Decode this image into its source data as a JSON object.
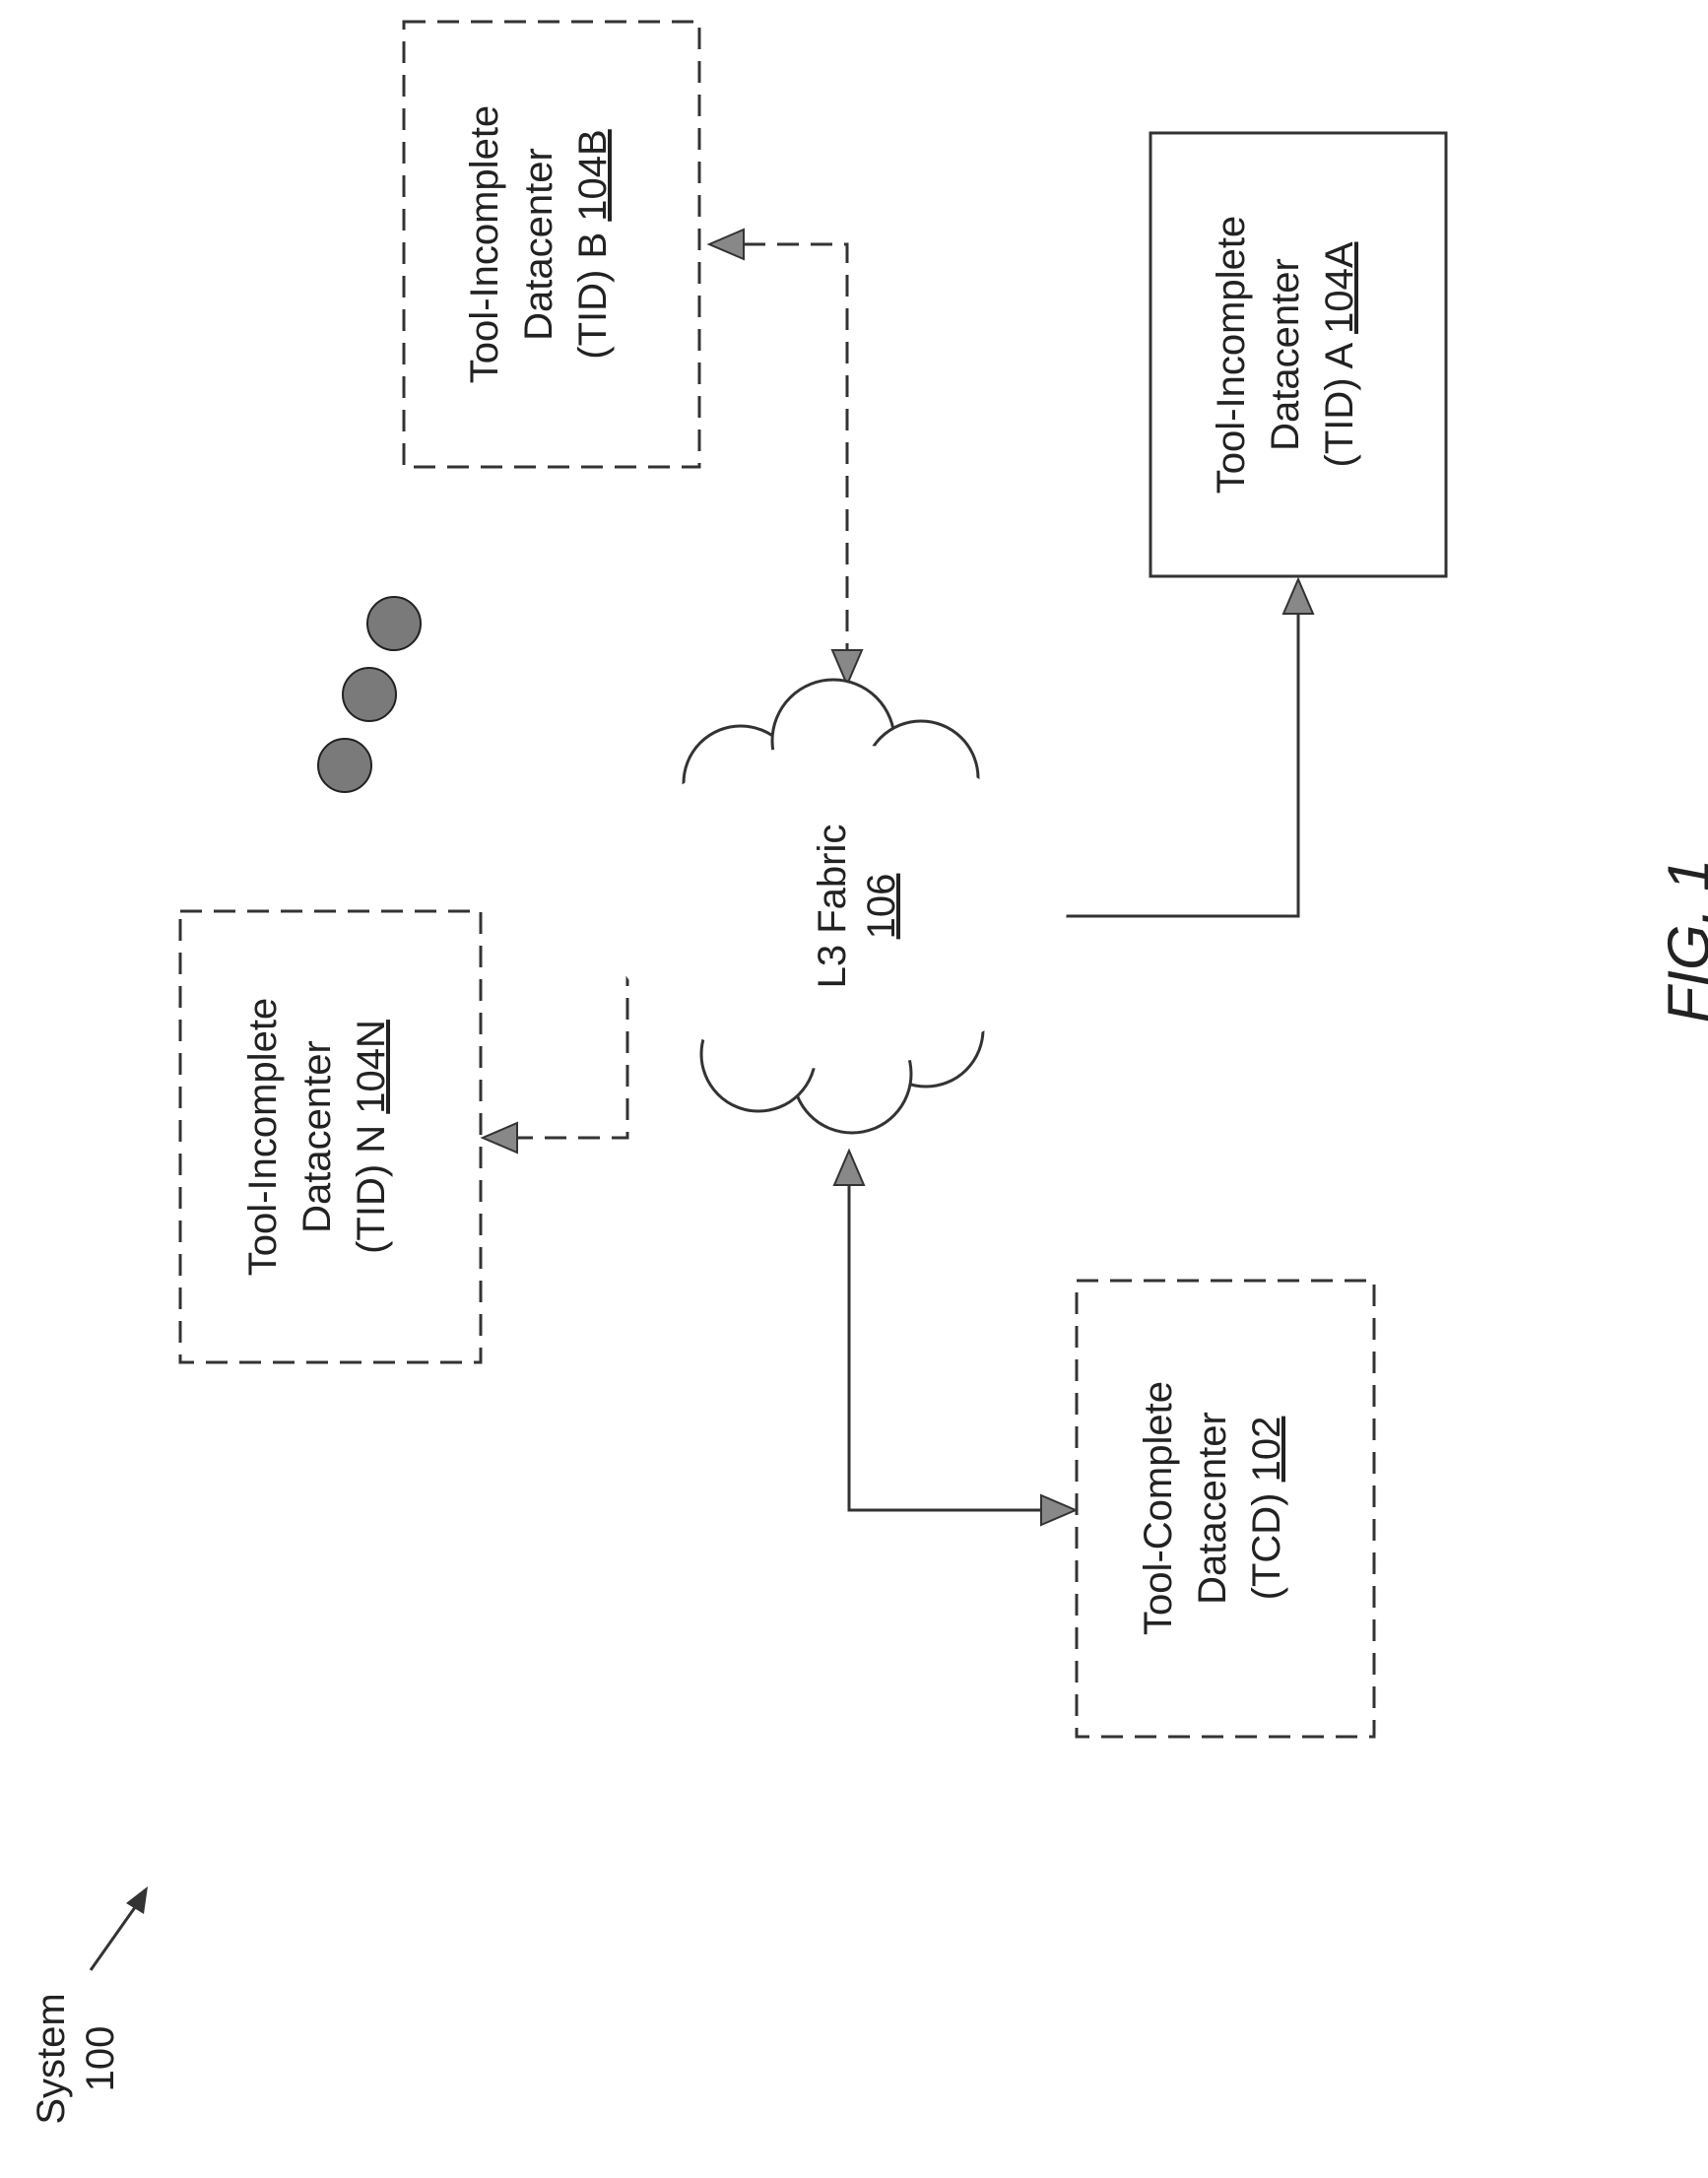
{
  "figure_label": "FIG. 1",
  "system": {
    "label": "System",
    "number": "100"
  },
  "fabric": {
    "label": "L3 Fabric",
    "ref": "106"
  },
  "tcd": {
    "line1": "Tool-Complete",
    "line2": "Datacenter",
    "line3": "(TCD)",
    "ref": "102"
  },
  "tid_n": {
    "line1": "Tool-Incomplete",
    "line2": "Datacenter",
    "line3": "(TID) N",
    "ref": "104N"
  },
  "tid_b": {
    "line1": "Tool-Incomplete",
    "line2": "Datacenter",
    "line3": "(TID) B",
    "ref": "104B"
  },
  "tid_a": {
    "line1": "Tool-Incomplete",
    "line2": "Datacenter",
    "line3": "(TID) A",
    "ref": "104A"
  },
  "ellipsis": {
    "icon": "ellipsis-dots-icon"
  },
  "colors": {
    "stroke": "#333333",
    "arrow_fill": "#888888",
    "dot_fill": "#7a7a7a"
  }
}
